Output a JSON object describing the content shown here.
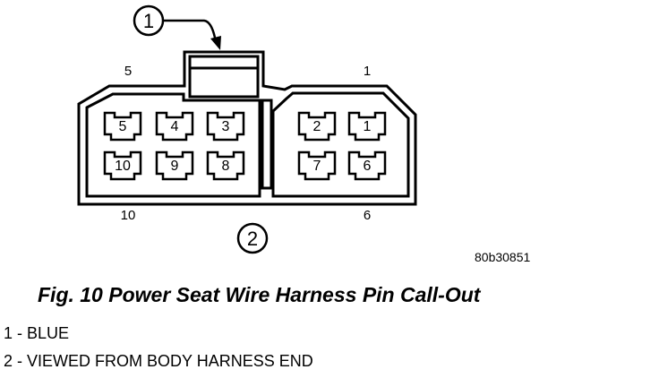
{
  "diagram": {
    "callouts": {
      "top": "1",
      "bottom": "2"
    },
    "corner_labels": {
      "top_left": "5",
      "top_right": "1",
      "bottom_left": "10",
      "bottom_right": "6"
    },
    "left_block": {
      "top_row": [
        "5",
        "4",
        "3"
      ],
      "bottom_row": [
        "10",
        "9",
        "8"
      ]
    },
    "right_block": {
      "top_row": [
        "2",
        "1"
      ],
      "bottom_row": [
        "7",
        "6"
      ]
    },
    "part_number": "80b30851"
  },
  "caption": "Fig. 10 Power Seat Wire Harness Pin Call-Out",
  "legend": [
    {
      "text": "1 - BLUE"
    },
    {
      "text": "2 - VIEWED FROM BODY HARNESS END"
    }
  ]
}
